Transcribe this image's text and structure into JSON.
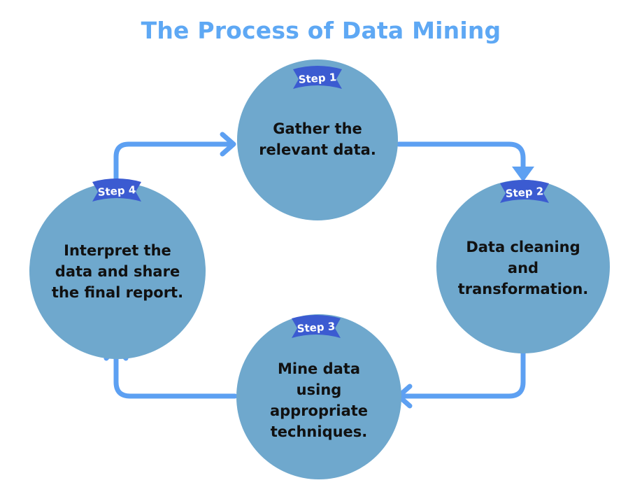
{
  "title": "The Process of Data Mining",
  "colors": {
    "title": "#5ea8f4",
    "circle": "#6fa8cd",
    "arrow": "#5da0f2",
    "badge": "#3b5bd1",
    "badge_text": "#ffffff",
    "text": "#111111"
  },
  "steps": [
    {
      "badge": "Step 1",
      "text": "Gather the\nrelevant data."
    },
    {
      "badge": "Step 2",
      "text": "Data cleaning\nand\ntransformation."
    },
    {
      "badge": "Step 3",
      "text": "Mine data\nusing\nappropriate\ntechniques."
    },
    {
      "badge": "Step 4",
      "text": "Interpret the\ndata and share\nthe final report."
    }
  ]
}
